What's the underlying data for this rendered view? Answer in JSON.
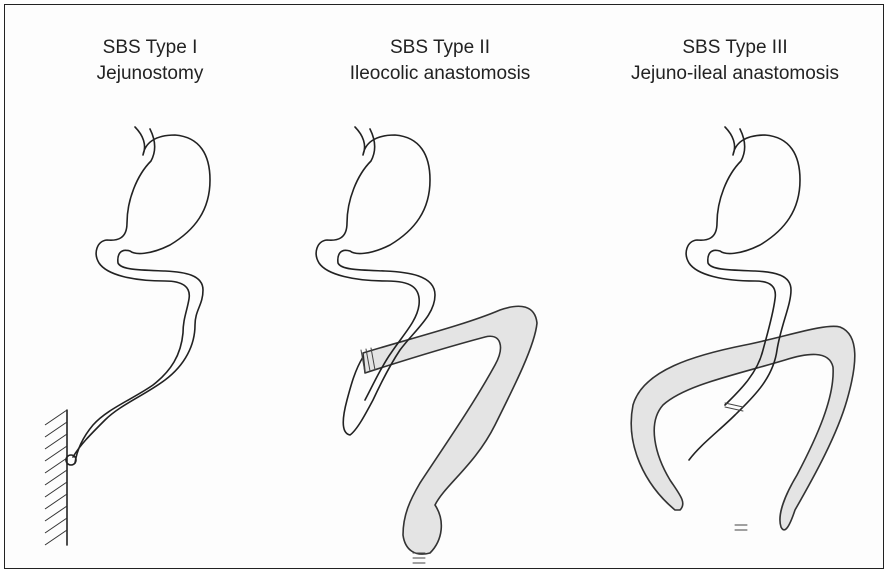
{
  "panels": [
    {
      "title_line1": "SBS Type I",
      "title_line2": "Jejunostomy"
    },
    {
      "title_line1": "SBS Type II",
      "title_line2": "Ileocolic anastomosis"
    },
    {
      "title_line1": "SBS Type III",
      "title_line2": "Jejuno-ileal anastomosis"
    }
  ]
}
